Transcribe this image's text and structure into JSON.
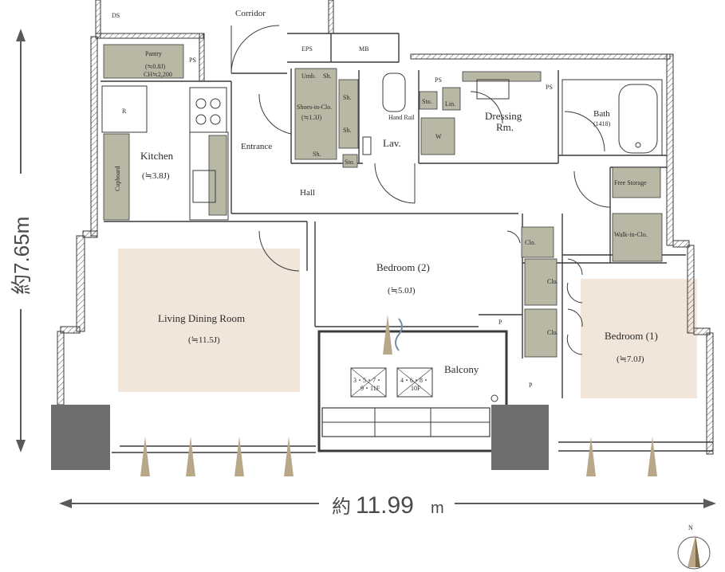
{
  "rooms": {
    "corridor": "Corridor",
    "ds": "DS",
    "eps": "EPS",
    "mb": "MB",
    "ps": "PS",
    "pantry": "Pantry",
    "pantry_size": "(≒0.8J)",
    "pantry_ch": "CH≒2,200",
    "refrigerator": "R",
    "cupboard": "Cupboard",
    "kitchen": "Kitchen",
    "kitchen_size": "(≒3.8J)",
    "entrance": "Entrance",
    "shoes_closet": "Shoes-in-Clo.",
    "shoes_size": "(≒1.3J)",
    "umb": "Umb.",
    "shelf": "Sh.",
    "storage": "Sto.",
    "hall": "Hall",
    "lav": "Lav.",
    "hand_rail": "Hand Rail",
    "linen": "Lin.",
    "washer": "W",
    "dressing": "Dressing",
    "dressing_rm": "Rm.",
    "bath": "Bath",
    "bath_size": "(1418)",
    "free_storage": "Free Storage",
    "walk_in": "Walk-in-Clo.",
    "bedroom2": "Bedroom (2)",
    "bedroom2_size": "(≒5.0J)",
    "closet": "Clo.",
    "living": "Living Dining Room",
    "living_size": "(≒11.5J)",
    "balcony": "Balcony",
    "outdoor1": "3・5・7・",
    "outdoor1b": "9・11F",
    "outdoor2": "4・6・8・",
    "outdoor2b": "10F",
    "p": "P",
    "bedroom1": "Bedroom (1)",
    "bedroom1_size": "(≒7.0J)"
  },
  "dimensions": {
    "vertical": "約7.65m",
    "horizontal_prefix": "約",
    "horizontal_value": "11.99",
    "horizontal_unit": "m"
  },
  "compass": {
    "north": "N"
  },
  "colors": {
    "wall": "#3a3a3a",
    "fixture": "#b8b8a4",
    "room_tint": "#f2e6da",
    "column": "#6e6e6e",
    "window_mark": "#b8a888",
    "dimension_line": "#5a5a5a"
  }
}
